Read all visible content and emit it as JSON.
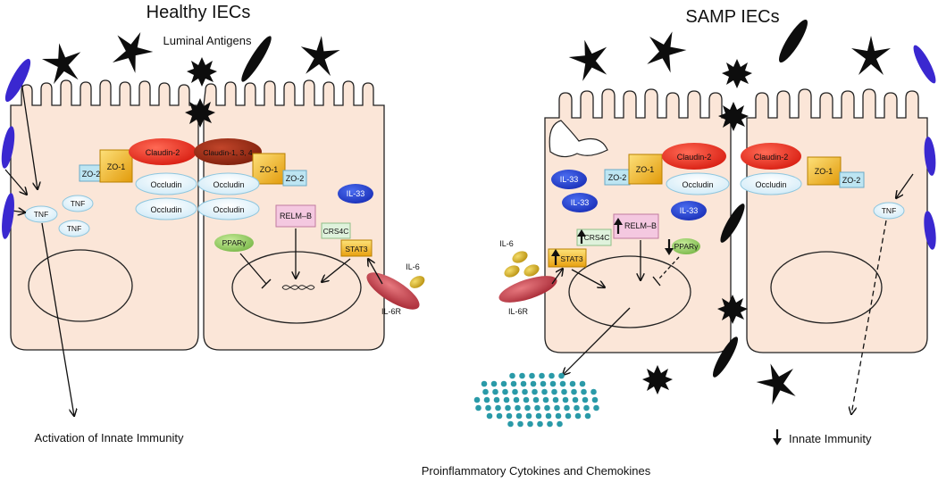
{
  "titles": {
    "left": "Healthy IECs",
    "right": "SAMP IECs"
  },
  "captions": {
    "luminal_antigens": "Luminal Antigens",
    "activation": "Activation of Innate Immunity",
    "cytokines": "Proinflammatory Cytokines and Chemokines",
    "innate_immunity": "Innate Immunity"
  },
  "healthy": {
    "zo2_left": "ZO-2",
    "zo1_left": "ZO-1",
    "claudin2": "Claudin-2",
    "claudin134": "Claudin-1, 3, 4",
    "zo1_right": "ZO-1",
    "zo2_right": "ZO-2",
    "occludin_1": "Occludin",
    "occludin_2": "Occludin",
    "occludin_3": "Occludin",
    "occludin_4": "Occludin",
    "tnf_1": "TNF",
    "tnf_2": "TNF",
    "tnf_3": "TNF",
    "il33": "IL-33",
    "relmb": "RELM–B",
    "crs4c": "CRS4C",
    "stat3": "STAT3",
    "ppar": "PPARγ",
    "il6": "IL-6",
    "il6r": "IL-6R"
  },
  "samp": {
    "il33_1": "IL-33",
    "il33_2": "IL-33",
    "il33_3": "IL-33",
    "zo2_left": "ZO-2",
    "zo1_left": "ZO-1",
    "claudin2_left": "Claudin-2",
    "occludin_left": "Occludin",
    "claudin2_right": "Claudin-2",
    "occludin_right": "Occludin",
    "zo1_right": "ZO-1",
    "zo2_right": "ZO-2",
    "relmb": "RELM–B",
    "crs4c": "CRS4C",
    "stat3": "STAT3",
    "ppar": "PPARγ",
    "il6": "IL-6",
    "il6r": "IL-6R",
    "tnf": "TNF"
  },
  "colors": {
    "cell_fill": "#fbe6d8",
    "claudin2": "#e8281e",
    "claudin134": "#9a2a12",
    "zo1": "#f2b21a",
    "zo2": "#bde5f2",
    "occludin": "#dcf2fb",
    "il33": "#2244d0",
    "relmb": "#f4c8e0",
    "crs4c": "#dff2dc",
    "ppar": "#9fd46a",
    "il6r": "#c8404a",
    "il6": "#d8b020",
    "bacteria": "#3a28d0",
    "cytokine_dots": "#2a9aa8"
  }
}
